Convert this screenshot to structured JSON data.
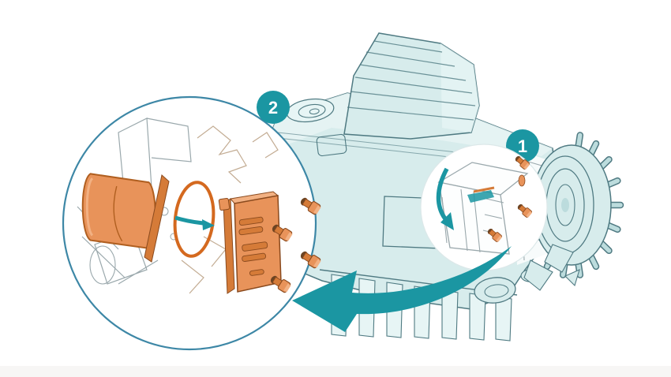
{
  "figure": {
    "alt": "Exploded service diagram of a vacuum pump: a magnified circle shows removal of the exhaust valve plate, O-ring and four screws; numbered callouts mark steps on the pump body"
  },
  "callouts": {
    "step1": {
      "label": "1"
    },
    "step2": {
      "label": "2"
    }
  },
  "icons": [
    {
      "name": "swoosh-arrow-icon",
      "meaning": "detail magnification direction"
    },
    {
      "name": "right-arrow-icon",
      "meaning": "pull O-ring / plate outward"
    },
    {
      "name": "down-arrow-icon",
      "meaning": "open cover downward"
    }
  ],
  "colors": {
    "accent": "#1b96a2",
    "body": "#d7ecec",
    "body_light": "#e7f5f5",
    "body_shade": "#bcdcdd",
    "outline": "#4f7a82",
    "sketch": "#9aa8ac",
    "sketch_warm": "#c3ac93",
    "orange": "#e8935a",
    "orange_light": "#f2b183",
    "orange_mid": "#d57b38",
    "orange_dark": "#b05f20",
    "orange_deep": "#8a4a1e",
    "oring": "#d4691f",
    "tip_dark": "#6b4423",
    "ring_border": "#3d87a6",
    "detail_ring": "#dce8e9"
  }
}
